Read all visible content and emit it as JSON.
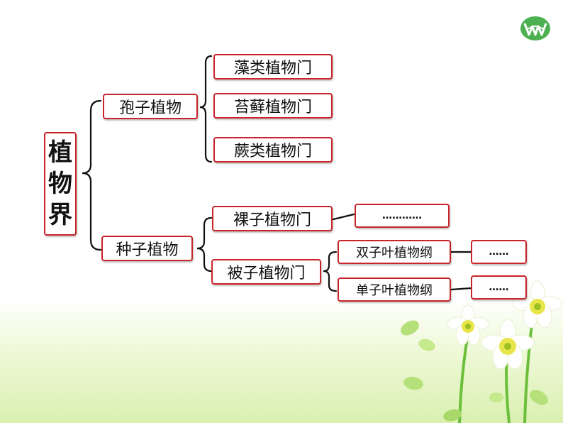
{
  "root": {
    "chars": [
      "植",
      "物",
      "界"
    ]
  },
  "level1": {
    "spore": "孢子植物",
    "seed": "种子植物"
  },
  "spore_children": {
    "algae": "藻类植物门",
    "moss": "苔藓植物门",
    "fern": "蕨类植物门"
  },
  "seed_children": {
    "gymno": "裸子植物门",
    "angio": "被子植物门"
  },
  "gymno_more": "…………",
  "angio_children": {
    "dicot": "双子叶植物纲",
    "monocot": "单子叶植物纲"
  },
  "dicot_more": "……",
  "monocot_more": "……",
  "colors": {
    "border": "#c8242a",
    "logo": "#4caf50",
    "background_bottom": "#d9f0b0"
  }
}
